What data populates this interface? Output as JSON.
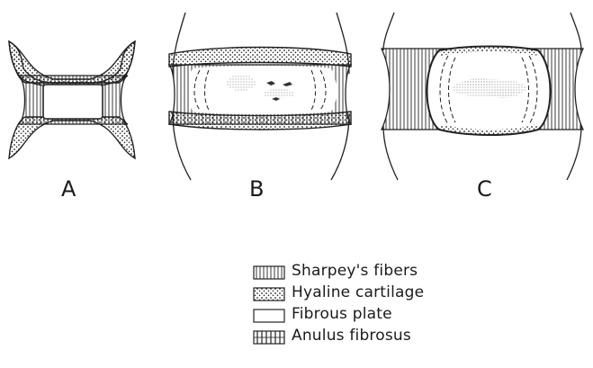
{
  "panels": [
    {
      "label": "A"
    },
    {
      "label": "B"
    },
    {
      "label": "C"
    }
  ],
  "legend": [
    {
      "label": "Sharpey's fibers",
      "swatch": "sharpey-fibers-swatch"
    },
    {
      "label": "Hyaline cartilage",
      "swatch": "hyaline-cartilage-swatch"
    },
    {
      "label": "Fibrous plate",
      "swatch": "fibrous-plate-swatch"
    },
    {
      "label": "Anulus fibrosus",
      "swatch": "anulus-fibrosus-swatch"
    }
  ]
}
